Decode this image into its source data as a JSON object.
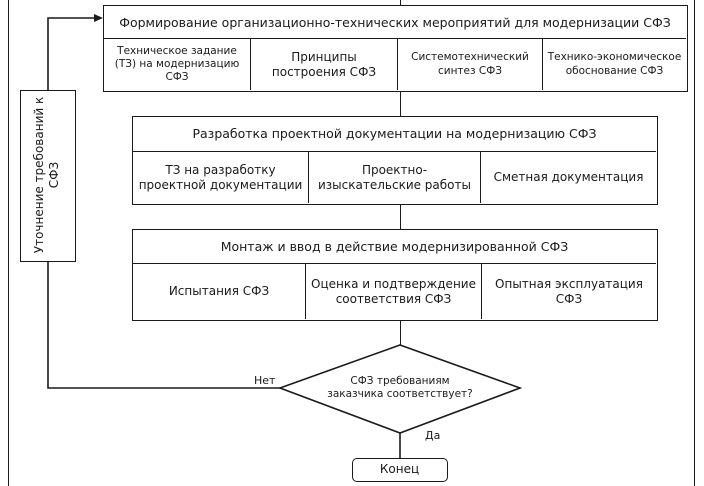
{
  "block1": {
    "title": "Формирование организационно-технических мероприятий для модернизации СФЗ",
    "items": [
      "Техническое задание (ТЗ) на модернизацию СФЗ",
      "Принципы построения СФЗ",
      "Системотехнический синтез СФЗ",
      "Технико-экономическое обоснование СФЗ"
    ]
  },
  "block2": {
    "title": "Разработка проектной документации на модернизацию СФЗ",
    "items": [
      "ТЗ на разработку проектной документации",
      "Проектно-изыскательские работы",
      "Сметная документация"
    ]
  },
  "block3": {
    "title": "Монтаж и ввод в действие модернизированной СФЗ",
    "items": [
      "Испытания СФЗ",
      "Оценка и подтверждение соответствия СФЗ",
      "Опытная эксплуатация СФЗ"
    ]
  },
  "feedback": {
    "label": "Уточнение требований к СФЗ"
  },
  "decision": {
    "text": "СФЗ требованиям заказчика соответствует?",
    "no_label": "Нет",
    "yes_label": "Да"
  },
  "end": {
    "label": "Конец"
  }
}
